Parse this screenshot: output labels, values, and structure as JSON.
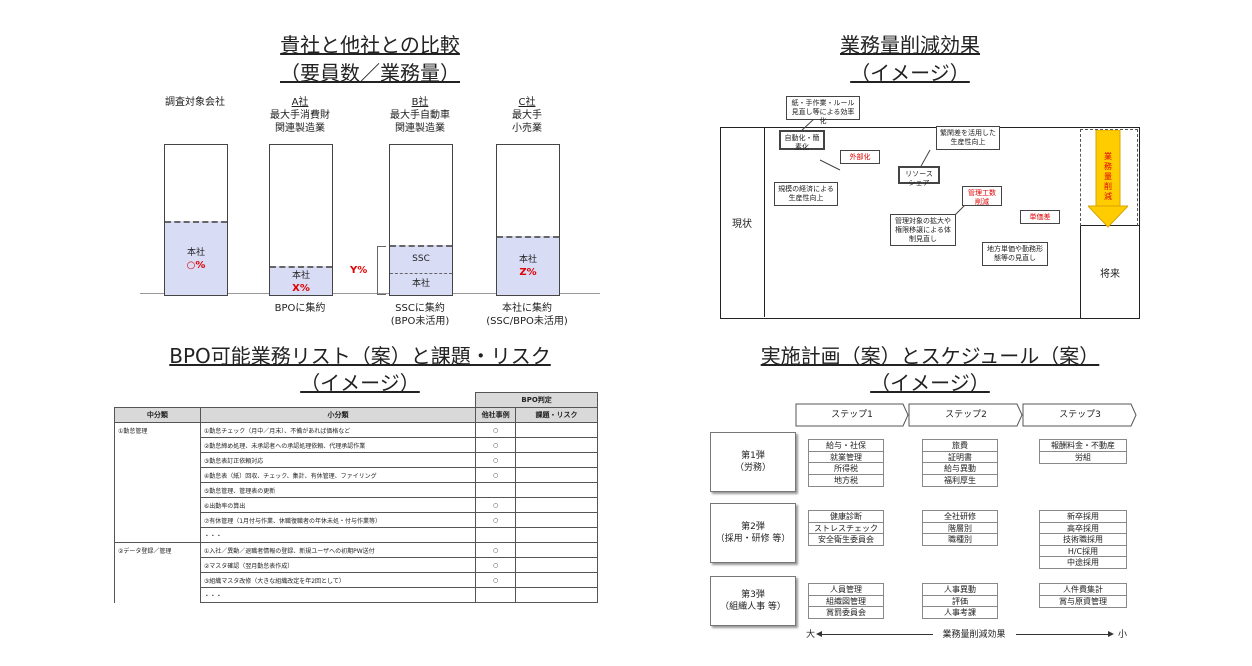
{
  "q1": {
    "title_line1": "貴社と他社との比較",
    "title_line2": "（要員数／業務量）",
    "cols": [
      {
        "head": [
          "調査対象会社"
        ],
        "inner": [
          "本社",
          "○%"
        ],
        "foot": []
      },
      {
        "head": [
          "A社",
          "最大手消費財",
          "関連製造業"
        ],
        "inner": [
          "本社",
          "X%"
        ],
        "foot": [
          "BPOに集約"
        ]
      },
      {
        "head": [
          "B社",
          "最大手自動車",
          "関連製造業"
        ],
        "ssc": "SSC",
        "inner": [
          "本社"
        ],
        "foot": [
          "SSCに集約",
          "(BPO未活用)"
        ]
      },
      {
        "head": [
          "C社",
          "最大手",
          "小売業"
        ],
        "inner": [
          "本社",
          "Z%"
        ],
        "foot": [
          "本社に集約",
          "(SSC/BPO未活用)"
        ]
      }
    ],
    "y_label": "Y%"
  },
  "q2": {
    "title_line1": "業務量削減効果",
    "title_line2": "（イメージ）",
    "current": "現状",
    "future": "将来",
    "arrow_text": [
      "業",
      "務",
      "量",
      "削",
      "減"
    ],
    "boxes": {
      "b1": "紙・手作業・ルール見直し等による効率化",
      "b2": "自動化・簡素化",
      "b3": "外部化",
      "b4": "規模の経済による生産性向上",
      "b5": "繁閑差を活用した生産性向上",
      "b6": "リソースシェア",
      "b7": "管理工数削減",
      "b8": "管理対象の拡大や権限移譲による体制見直し",
      "b9": "単価差",
      "b10": "地方単価や勤務形態等の見直し"
    }
  },
  "q3": {
    "title_line1": "BPO可能業務リスト（案）と課題・リスク",
    "title_line2": "（イメージ）",
    "header_group": "BPO判定",
    "headers": [
      "中分類",
      "小分類",
      "他社事例",
      "課題・リスク"
    ],
    "rows": [
      {
        "cat": "①勤怠管理",
        "sub": "①勤怠チェック（月中／月末）、不備があれば価格など",
        "ex": "○"
      },
      {
        "cat": "",
        "sub": "②勤怠締め処理、未承認者への承認処理依頼、代理承認作業",
        "ex": "○"
      },
      {
        "cat": "",
        "sub": "③勤怠表訂正依頼対応",
        "ex": "○"
      },
      {
        "cat": "",
        "sub": "④勤怠表（紙）回収、チェック、集計、有休管理、ファイリング",
        "ex": "○"
      },
      {
        "cat": "",
        "sub": "⑤勤怠管理、管理表の更新",
        "ex": ""
      },
      {
        "cat": "",
        "sub": "⑥出勤率の算出",
        "ex": "○"
      },
      {
        "cat": "",
        "sub": "⑦有休管理（1月付与作業、休職復職者の年休未処・付与作業等）",
        "ex": "○"
      },
      {
        "cat": "",
        "sub": "・・・",
        "ex": ""
      },
      {
        "cat": "②データ登録／管理",
        "sub": "①入社／異動／退職者情報の登録、新規ユーザへの初期PW送付",
        "ex": "○"
      },
      {
        "cat": "",
        "sub": "②マスタ確認（翌月勤怠表作成）",
        "ex": "○"
      },
      {
        "cat": "",
        "sub": "③組織マスタ改修（大きな組織改定を年2回として）",
        "ex": "○"
      },
      {
        "cat": "",
        "sub": "・・・",
        "ex": ""
      }
    ]
  },
  "q4": {
    "title_line1": "実施計画（案）とスケジュール（案）",
    "title_line2": "（イメージ）",
    "steps": [
      "ステップ1",
      "ステップ2",
      "ステップ3"
    ],
    "groups": [
      {
        "label": [
          "第1弾",
          "（労務）"
        ],
        "s1": [
          "給与・社保",
          "就業管理",
          "所得税",
          "地方税"
        ],
        "s2": [
          "旅費",
          "証明書",
          "給与異動",
          "福利厚生"
        ],
        "s3": [
          "報酬料金・不動産",
          "労組"
        ]
      },
      {
        "label": [
          "第2弾",
          "（採用・研修 等）"
        ],
        "s1": [
          "健康診断",
          "ストレスチェック",
          "安全衛生委員会"
        ],
        "s2": [
          "全社研修",
          "階層別",
          "職種別"
        ],
        "s3": [
          "新卒採用",
          "高卒採用",
          "技術職採用",
          "H/C採用",
          "中途採用"
        ]
      },
      {
        "label": [
          "第3弾",
          "（組織人事 等）"
        ],
        "s1": [
          "人員管理",
          "組織図管理",
          "賞罰委員会"
        ],
        "s2": [
          "人事異動",
          "評価",
          "人事考課"
        ],
        "s3": [
          "人件費集計",
          "賞与原資管理"
        ]
      }
    ],
    "axis": {
      "left": "大",
      "middle": "業務量削減効果",
      "right": "小"
    }
  }
}
